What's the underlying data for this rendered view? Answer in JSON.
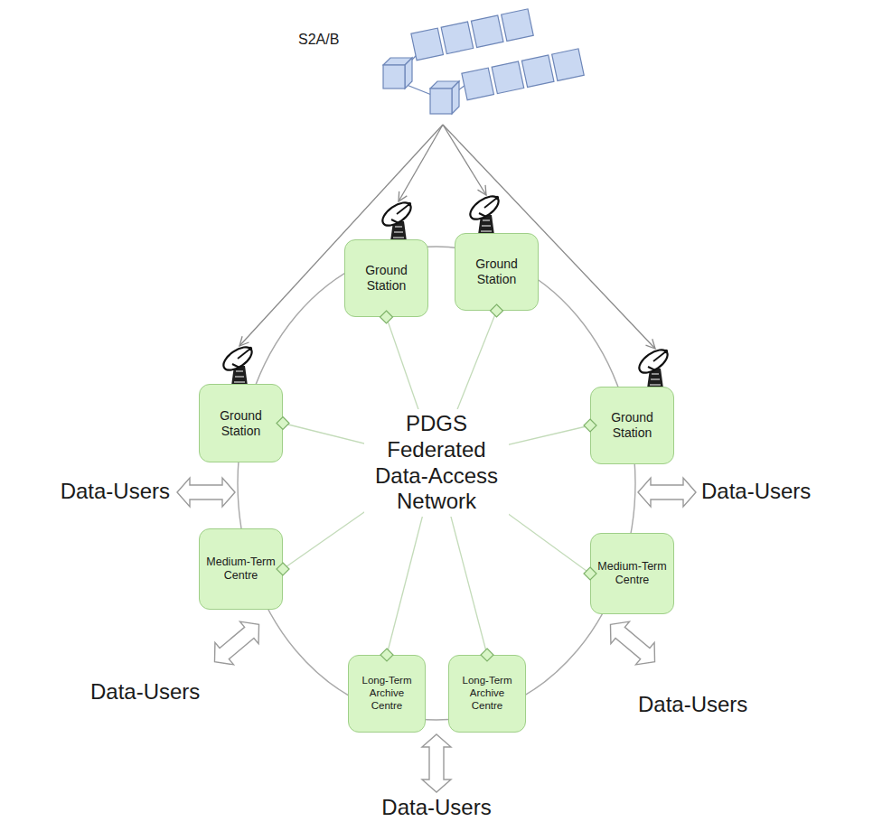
{
  "diagram": {
    "nodes": [
      {
        "text": [
          "S2A/B"
        ]
      },
      {
        "text": [
          "Ground Station"
        ]
      },
      {
        "text": [
          "Ground Station"
        ]
      },
      {
        "text": [
          "Ground Station"
        ]
      },
      {
        "text": [
          "Ground Station"
        ]
      },
      {
        "text": [
          "Medium-Term Centre"
        ]
      },
      {
        "text": [
          "Medium-Term Centre"
        ]
      },
      {
        "text": [
          "Long-Term Archive Centre"
        ]
      },
      {
        "text": [
          "Long-Term Archive Centre"
        ]
      }
    ],
    "edges": [
      {
        "from": 0,
        "to": 3,
        "arrow": "to"
      },
      {
        "from": 0,
        "to": 1,
        "arrow": "to"
      },
      {
        "from": 0,
        "to": 2,
        "arrow": "to"
      },
      {
        "from": 0,
        "to": 4,
        "arrow": "to"
      }
    ],
    "labels": [
      "PDGS Federated Data-Access Network",
      "Data-Users",
      "Data-Users",
      "Data-Users",
      "Data-Users",
      "Data-Users"
    ]
  }
}
